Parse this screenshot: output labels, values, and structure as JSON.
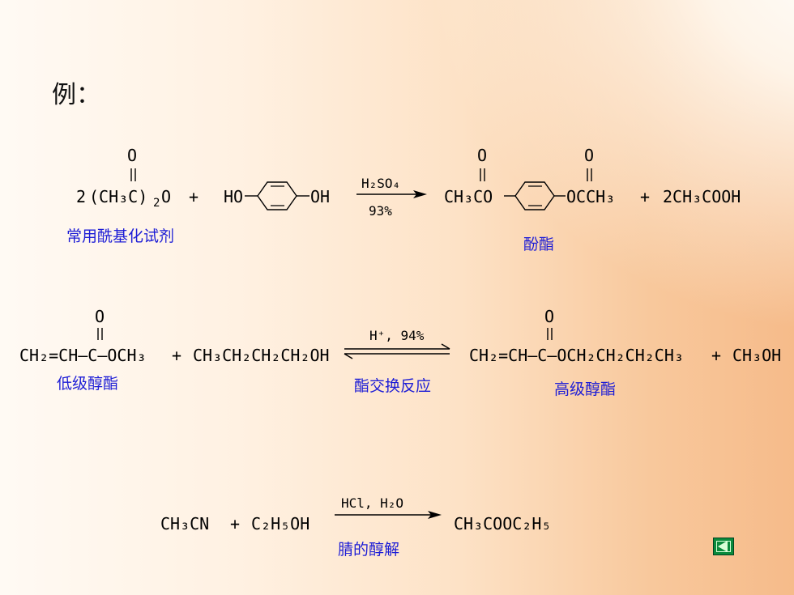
{
  "heading": "例：",
  "reaction1": {
    "reactant1_prefix": "2",
    "reactant1_group": "(CH₃C)",
    "reactant1_sub": "2",
    "reactant1_o": "O",
    "carbonyl_o": "O",
    "plus": "+",
    "phenol_left": "HO",
    "phenol_right": "OH",
    "catalyst": "H₂SO₄",
    "yield": "93%",
    "product_left": "CH₃CO",
    "product_right": "OCCH₃",
    "product_o": "O",
    "byproduct": "2CH₃COOH",
    "label_reagent": "常用酰基化试剂",
    "label_product": "酚酯"
  },
  "reaction2": {
    "reactant1": "CH₂=CH–C–OCH₃",
    "reactant1_o": "O",
    "plus": "+",
    "reactant2": "CH₃CH₂CH₂CH₂OH",
    "condition": "H⁺, 94%",
    "product1": "CH₂=CH–C–OCH₂CH₂CH₂CH₃",
    "product1_o": "O",
    "plus2": "+",
    "product2": "CH₃OH",
    "label_low": "低级醇酯",
    "label_exchange": "酯交换反应",
    "label_high": "高级醇酯"
  },
  "reaction3": {
    "reactant1": "CH₃CN",
    "plus": "+",
    "reactant2": "C₂H₅OH",
    "condition": "HCl, H₂O",
    "product": "CH₃COOC₂H₅",
    "label": "腈的醇解"
  },
  "nav": {
    "icon": "back-triangle-icon",
    "color": "#0a8a3c"
  }
}
